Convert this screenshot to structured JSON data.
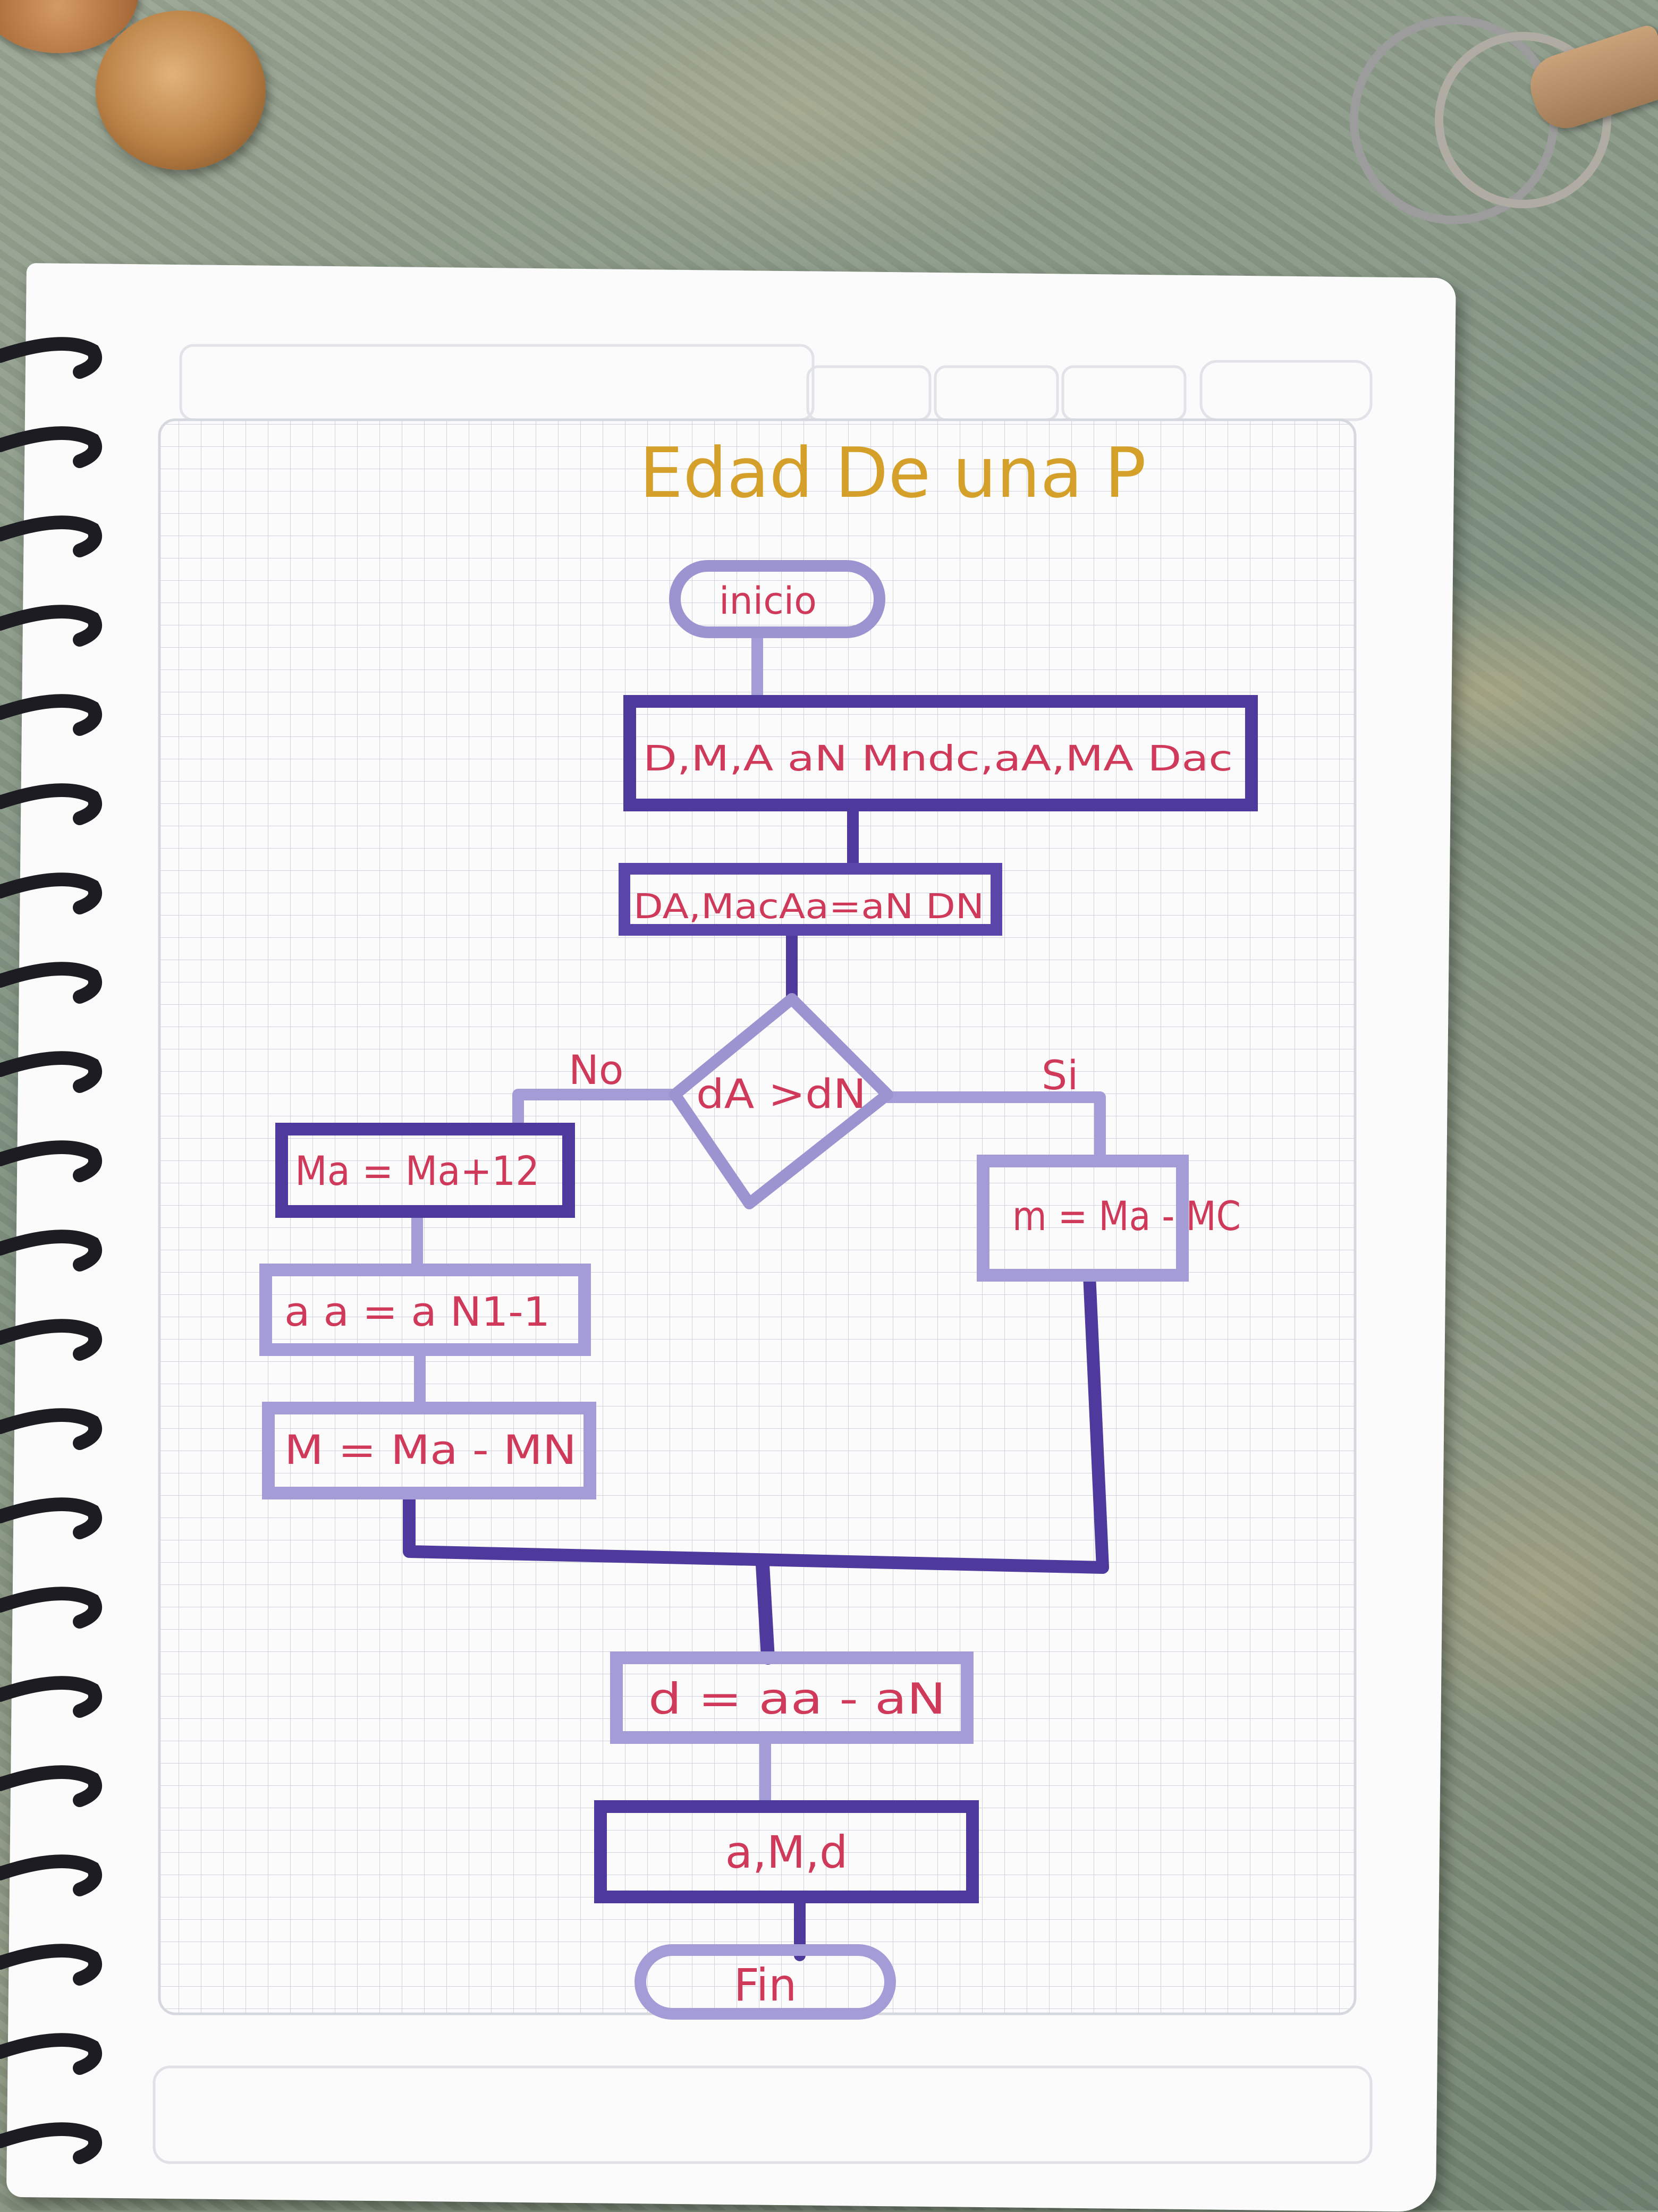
{
  "title": "Edad De una P",
  "nodes": {
    "start": "inicio",
    "input": "D,M,A aN Mndc,aA,MA Dac",
    "input2": "DA,MacAa=aN DN",
    "decision": "dA >dN",
    "left_box1": "Ma = Ma+12",
    "left_box2": "a a = a N1-1",
    "left_box3": "M = Ma - MN",
    "right_box": "m = Ma - MC",
    "compute": "d = aa - aN",
    "output": "a,M,d",
    "end": "Fin"
  },
  "branch_labels": {
    "no": "No",
    "yes": "Si"
  },
  "colors": {
    "title": "#d4a02a",
    "line": "#4e3a9c",
    "line_light": "#9c94d0",
    "text": "#d03a5a"
  }
}
